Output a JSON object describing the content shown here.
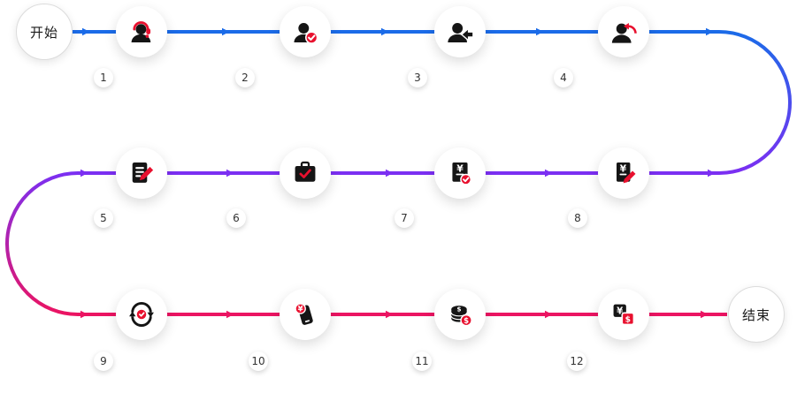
{
  "flow": {
    "start_label": "开始",
    "end_label": "结束"
  },
  "colors": {
    "row1": "#1B6BE8",
    "row2": "#7B2FF2",
    "row3": "#EB1462",
    "red": "#E8102E",
    "black": "#151515"
  },
  "glyphs": {
    "yuan": "¥",
    "dollar": "$"
  },
  "steps": [
    {
      "number": "1",
      "icon": "customer-service-headset-icon"
    },
    {
      "number": "2",
      "icon": "user-approved-icon"
    },
    {
      "number": "3",
      "icon": "user-arrow-in-icon"
    },
    {
      "number": "4",
      "icon": "user-return-arrow-icon"
    },
    {
      "number": "5",
      "icon": "document-edit-icon"
    },
    {
      "number": "6",
      "icon": "briefcase-check-icon"
    },
    {
      "number": "7",
      "icon": "payment-bill-approved-icon"
    },
    {
      "number": "8",
      "icon": "payment-bill-edit-icon"
    },
    {
      "number": "9",
      "icon": "sync-process-icon"
    },
    {
      "number": "10",
      "icon": "mobile-payment-icon"
    },
    {
      "number": "11",
      "icon": "coins-funds-icon"
    },
    {
      "number": "12",
      "icon": "currency-exchange-icon"
    }
  ]
}
